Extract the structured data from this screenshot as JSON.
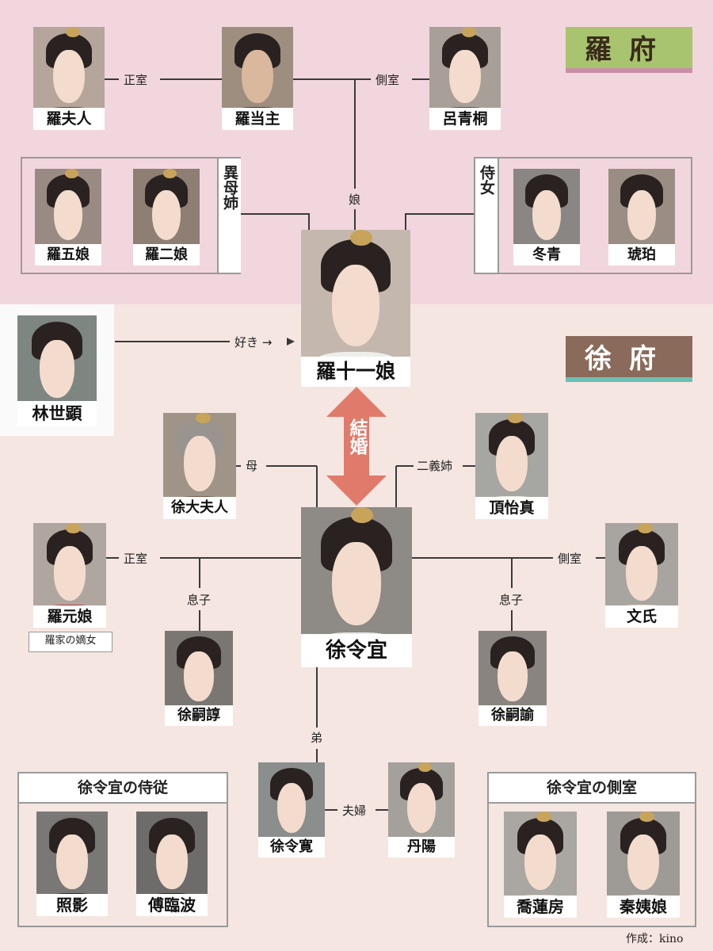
{
  "titles": {
    "rafu": "羅府",
    "jofu": "徐府"
  },
  "people": {
    "ra_fujin": "羅夫人",
    "ra_toushu": "羅当主",
    "ro_seidou": "呂青桐",
    "ra_gonyan": "羅五娘",
    "ra_jiyan": "羅二娘",
    "toyei": "冬青",
    "kohaku": "琥珀",
    "ra_juichinyan": "羅十一娘",
    "rin_seiki": "林世顕",
    "jo_taifujin": "徐大夫人",
    "tei_ishin": "頂怡真",
    "ra_genyan": "羅元娘",
    "jo_reigi": "徐令宜",
    "bunshi": "文氏",
    "jo_shijun": "徐嗣諄",
    "jo_shiyu": "徐嗣諭",
    "jo_reikan": "徐令寛",
    "tanyou": "丹陽",
    "shoei": "照影",
    "furinha": "傅臨波",
    "kyourenbou": "喬蓮房",
    "shinyan": "秦姨娘"
  },
  "relations": {
    "seishitsu_top": "正室",
    "sokushitsu_top": "側室",
    "musume": "娘",
    "ibo_shi": "異母姉",
    "jijo": "侍女",
    "suki": "好き →",
    "kekkon": "結婚",
    "haha": "母",
    "nigishi": "二義姉",
    "seishitsu_mid": "正室",
    "sokushitsu_mid": "側室",
    "musuko_left": "息子",
    "musuko_right": "息子",
    "otouto": "弟",
    "fuufu": "夫婦"
  },
  "notes": {
    "genyan_note": "羅家の嫡女",
    "panel_left": "徐令宜の侍従",
    "panel_right": "徐令宜の側室",
    "credit": "作成：kino"
  },
  "colors": {
    "top_bg": "#f2d6de",
    "bottom_bg": "#f5e6e1",
    "arrow": "#e07a6a",
    "title_rafu_bg": "#a8c46e",
    "title_jofu_bg": "#6cc0b4"
  }
}
